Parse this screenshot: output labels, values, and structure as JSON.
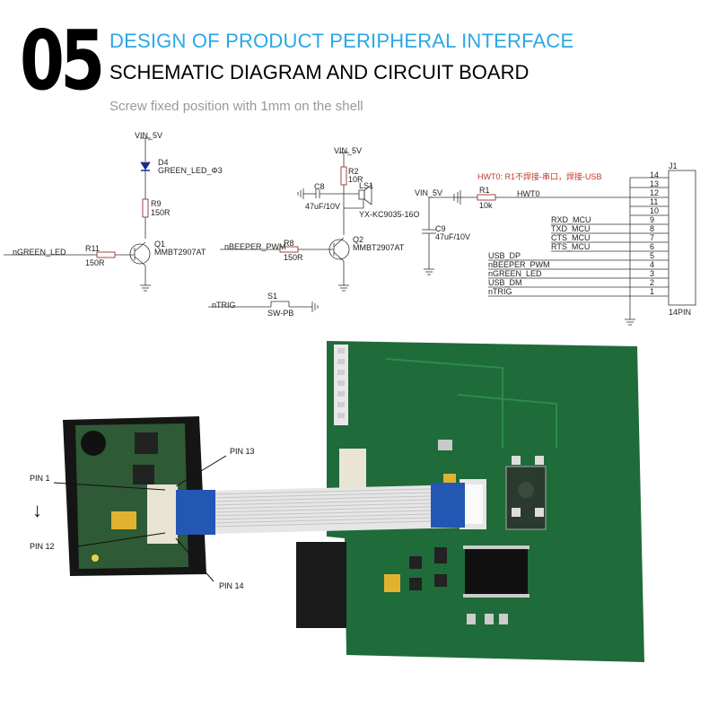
{
  "header": {
    "number": "05",
    "title_line1": "DESIGN OF PRODUCT PERIPHERAL INTERFACE",
    "title_line2": "SCHEMATIC DIAGRAM AND CIRCUIT BOARD",
    "subtitle": "Screw fixed position with 1mm on the shell"
  },
  "schematic": {
    "vin1": "VIN_5V",
    "d4": "D4",
    "d4_label": "GREEN_LED_Φ3",
    "r9": "R9",
    "r9_val": "150R",
    "r11": "R11",
    "r11_val": "150R",
    "q1": "Q1",
    "q1_part": "MMBT2907AT",
    "ngreen_led": "nGREEN_LED",
    "vin2": "VIN_5V",
    "r2": "R2",
    "r2_val": "10R",
    "c8": "C8",
    "c8_val": "47uF/10V",
    "ls1": "LS1",
    "ls1_part": "YX-KC9035-16O",
    "r8": "R8",
    "r8_val": "150R",
    "q2": "Q2",
    "q2_part": "MMBT2907AT",
    "nbeeper_pwm": "nBEEPER_PWM",
    "ntrig": "nTRIG",
    "s1": "S1",
    "s1_part": "SW-PB",
    "vin3": "VIN_5V",
    "r1": "R1",
    "r1_val": "10k",
    "hwt0": "HWT0",
    "hwt0_note": "HWT0: R1不焊接-串口，焊接-USB",
    "c9": "C9",
    "c9_val": "47uF/10V",
    "j1": "J1",
    "j1_part": "14PIN",
    "pins": [
      "14",
      "13",
      "12",
      "11",
      "10",
      "9",
      "8",
      "7",
      "6",
      "5",
      "4",
      "3",
      "2",
      "1"
    ],
    "signals": [
      "RXD_MCU",
      "TXD_MCU",
      "CTS_MCU",
      "RTS_MCU",
      "USB_DP",
      "nBEEPER_PWM",
      "nGREEN_LED",
      "USB_DM",
      "nTRIG"
    ]
  },
  "photo": {
    "pin1": "PIN 1",
    "pin12": "PIN 12",
    "pin13": "PIN 13",
    "pin14": "PIN 14",
    "arrow": "↓"
  }
}
